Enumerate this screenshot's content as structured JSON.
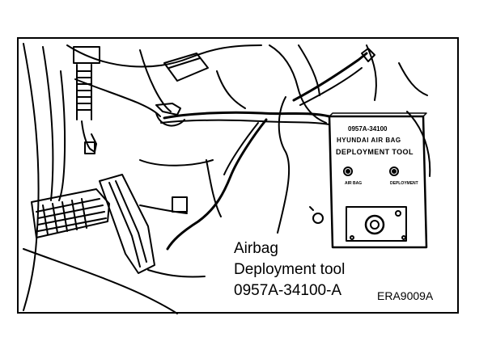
{
  "figure": {
    "callout_lines": [
      "Airbag",
      "Deployment tool",
      "0957A-34100-A"
    ],
    "figure_code": "ERA9009A"
  },
  "tool_panel": {
    "part_number": "0957A-34100",
    "line1": "HYUNDAI AIR BAG",
    "line2": "DEPLOYMENT TOOL",
    "lamp1_label": "AIR BAG",
    "lamp2_label": "DEPLOYMENT"
  },
  "colors": {
    "ink": "#000000",
    "paper": "#ffffff"
  }
}
